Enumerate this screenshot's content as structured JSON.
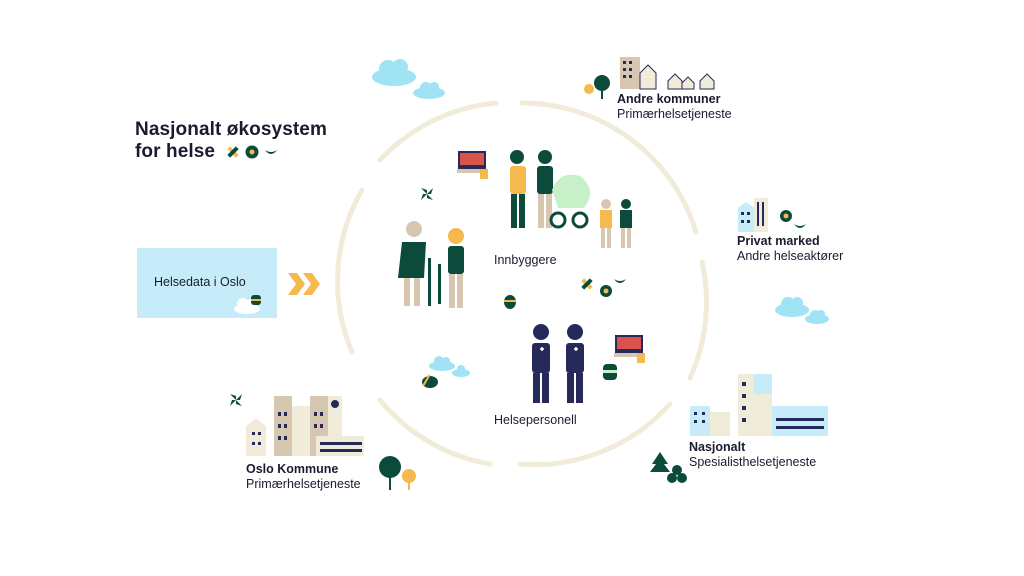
{
  "title": {
    "line1": "Nasjonalt økosystem",
    "line2": "for helse"
  },
  "helsedata": {
    "label": "Helsedata i Oslo"
  },
  "center": {
    "innbyggere": "Innbyggere",
    "helsepersonell": "Helsepersonell"
  },
  "nodes": {
    "andre_kommuner": {
      "name": "Andre kommuner",
      "sub": "Primærhelsetjeneste"
    },
    "privat_marked": {
      "name": "Privat marked",
      "sub": "Andre helseaktører"
    },
    "nasjonalt": {
      "name": "Nasjonalt",
      "sub": "Spesialisthelsetjeneste"
    },
    "oslo_kommune": {
      "name": "Oslo Kommune",
      "sub": "Primærhelsetjeneste"
    }
  },
  "colors": {
    "ring": "#f1ecd9",
    "dark_green": "#0c4a3c",
    "navy": "#262a5a",
    "orange": "#f6b94d",
    "sky": "#9fe3f5",
    "box": "#c6ecfa",
    "beige": "#d8c7b0",
    "mint": "#c8f0c8",
    "red": "#d9534a"
  }
}
